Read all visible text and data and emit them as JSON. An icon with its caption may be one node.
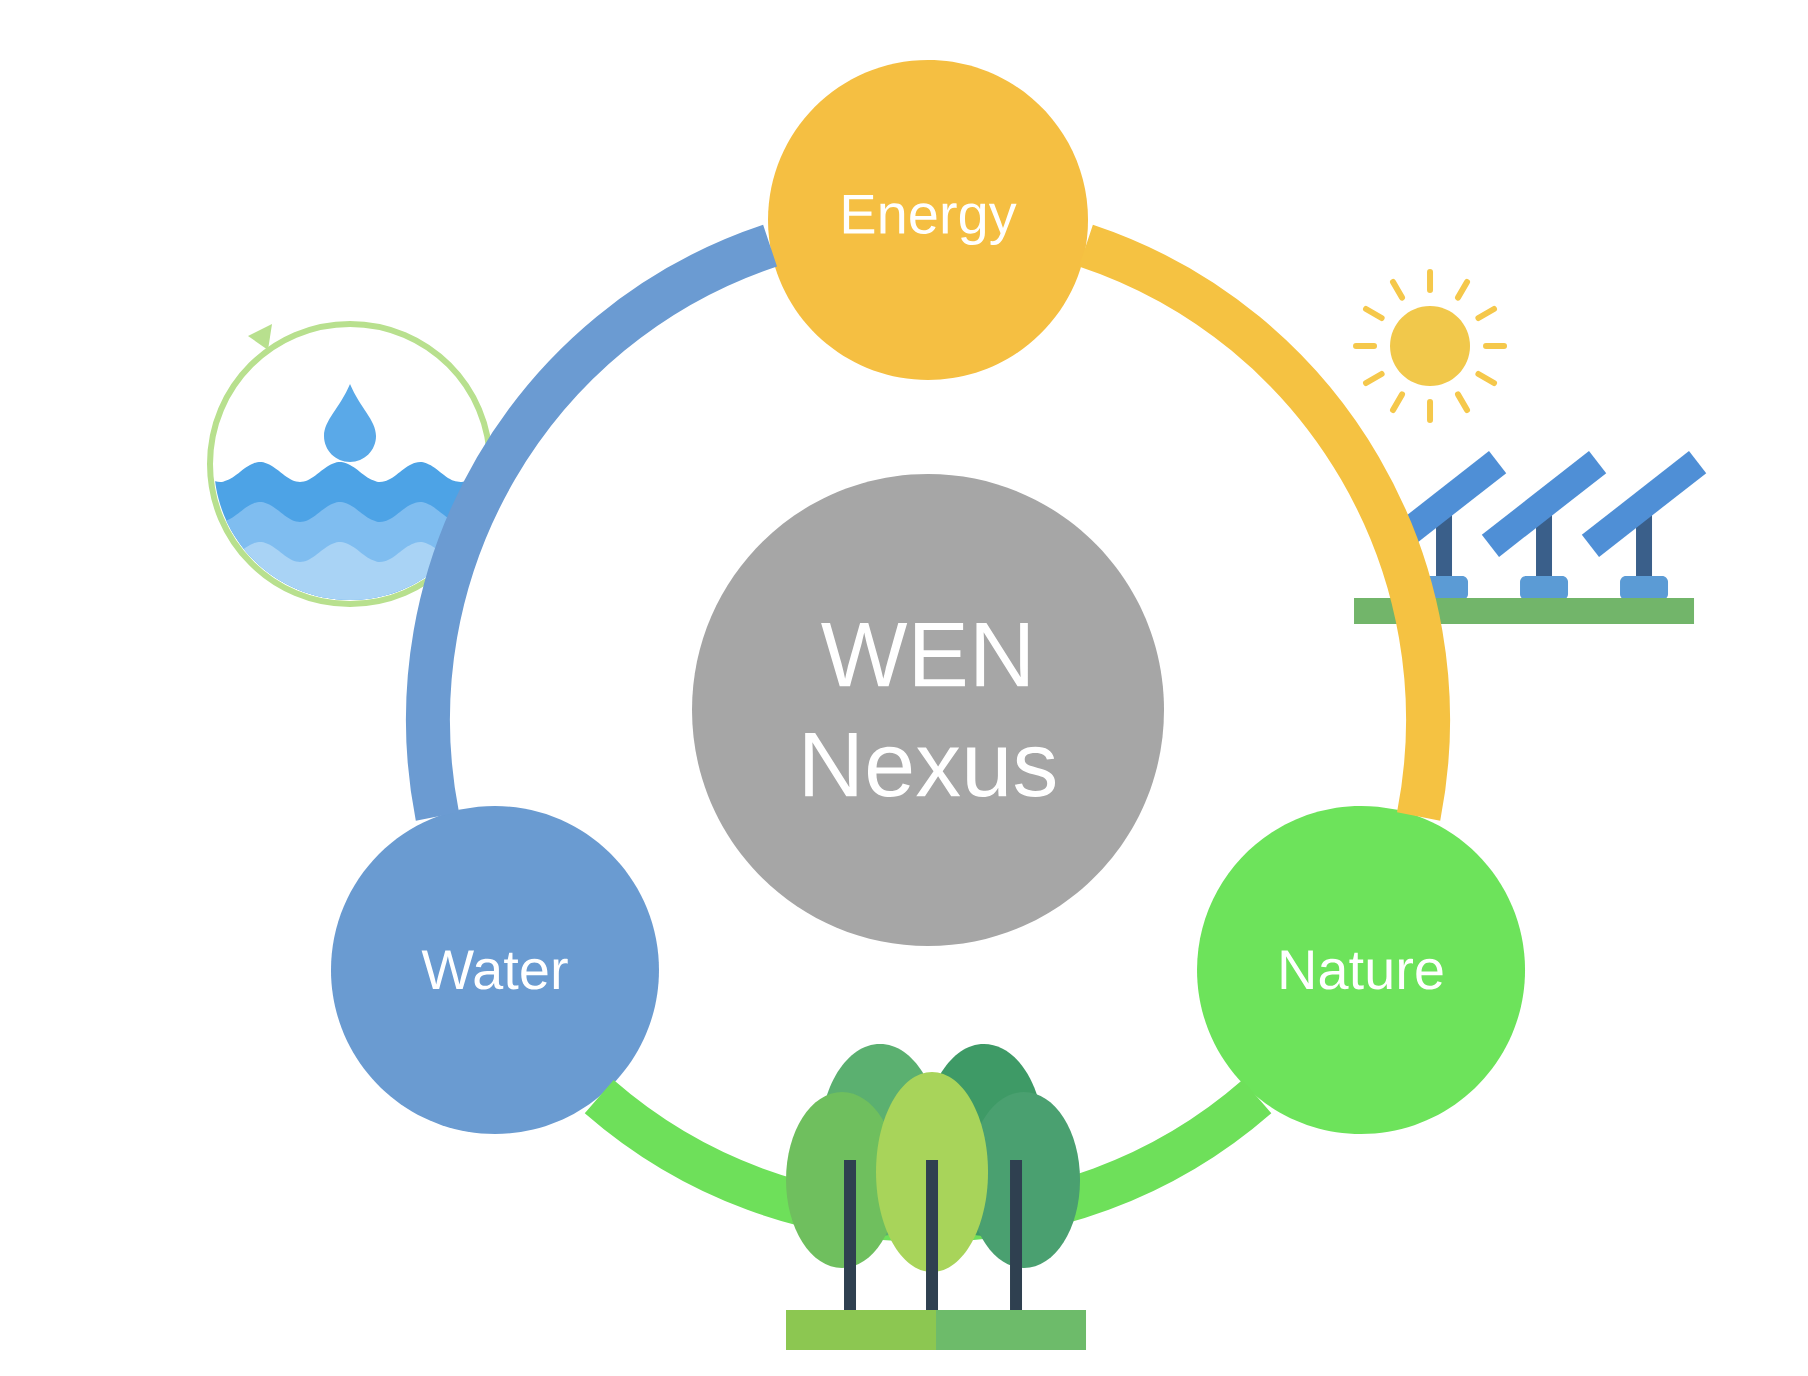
{
  "diagram": {
    "nodes": [
      {
        "text": [
          "Energy"
        ]
      },
      {
        "text": [
          "WEN Nexus"
        ]
      },
      {
        "text": [
          "Water"
        ]
      },
      {
        "text": [
          "Nature"
        ]
      }
    ],
    "edges": [
      {
        "from": 0,
        "to": 3,
        "arrow": "none",
        "color": "#f5c242"
      },
      {
        "from": 3,
        "to": 2,
        "arrow": "none",
        "color": "#6ee05a"
      },
      {
        "from": 2,
        "to": 0,
        "arrow": "none",
        "color": "#6b9bd2"
      }
    ]
  }
}
